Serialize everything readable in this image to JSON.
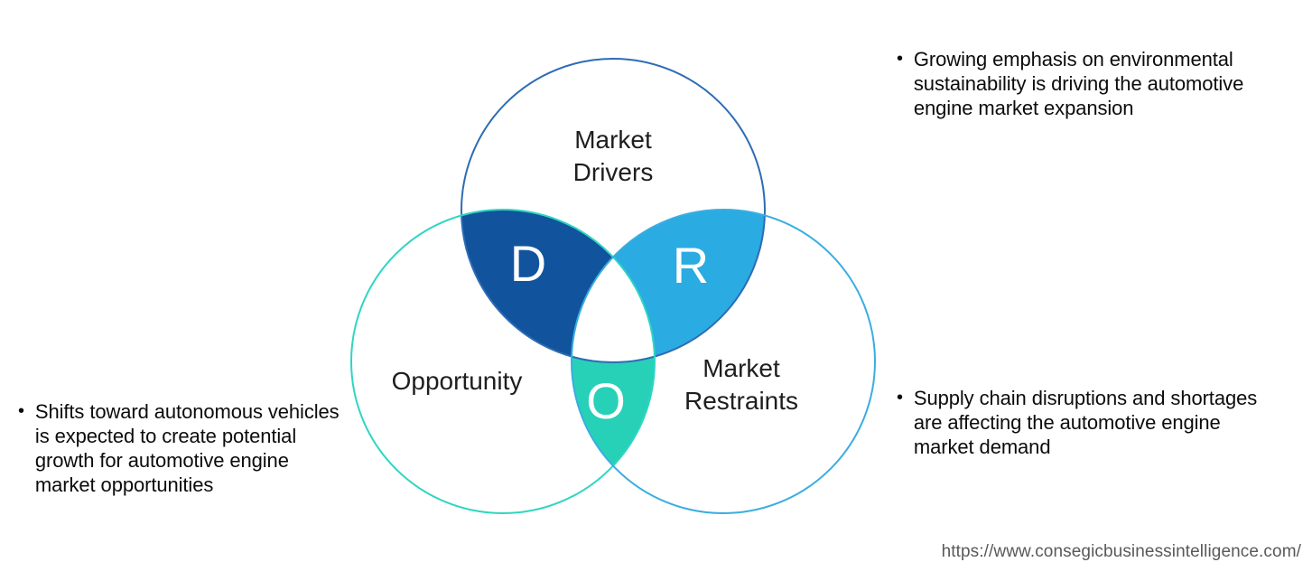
{
  "diagram": {
    "circles": {
      "drivers": {
        "label_line1": "Market",
        "label_line2": "Drivers",
        "outline_color": "#2d6cb4"
      },
      "opportunity": {
        "label": "Opportunity",
        "outline_color": "#2fd5c2"
      },
      "restraints": {
        "label_line1": "Market",
        "label_line2": "Restraints",
        "outline_color": "#3aade0"
      }
    },
    "intersections": {
      "drivers_opportunity": {
        "letter": "D",
        "fill_color": "#11549d"
      },
      "drivers_restraints": {
        "letter": "R",
        "fill_color": "#2aabe2"
      },
      "opportunity_restraints": {
        "letter": "O",
        "fill_color": "#27d1b8"
      }
    }
  },
  "annotations": {
    "drivers_note": "Growing emphasis on environmental sustainability is driving the automotive engine market expansion",
    "opportunity_note": "Shifts toward autonomous vehicles is expected to create potential growth for automotive engine market opportunities",
    "restraints_note": "Supply chain disruptions and shortages are affecting the automotive engine market demand"
  },
  "footer": {
    "url": "https://www.consegicbusinessintelligence.com/"
  },
  "ui": {
    "bullet": "•"
  }
}
